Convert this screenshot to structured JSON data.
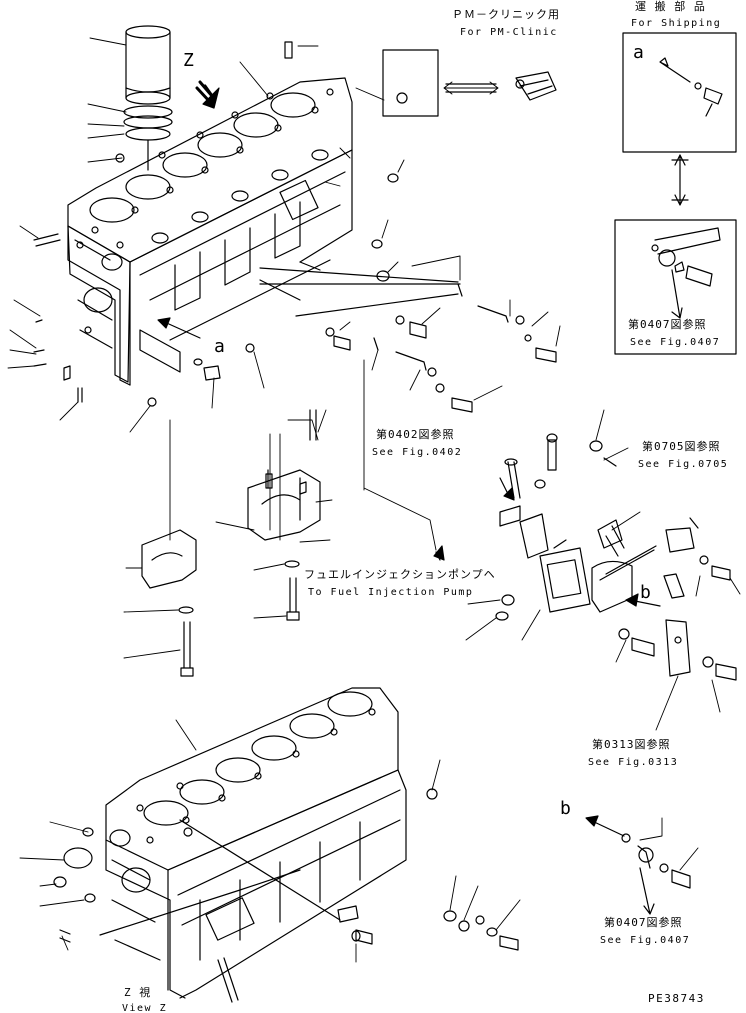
{
  "labels": {
    "pm_clinic_jp": "ＰＭ－クリニック用",
    "pm_clinic_en": "For PM-Clinic",
    "shipping_jp": "運 搬 部 品",
    "shipping_en": "For Shipping",
    "fig0402_jp": "第0402図参照",
    "fig0402_en": "See Fig.0402",
    "fig0705_jp": "第0705図参照",
    "fig0705_en": "See Fig.0705",
    "fig0407a_jp": "第0407図参照",
    "fig0407a_en": "See Fig.0407",
    "fig0313_jp": "第0313図参照",
    "fig0313_en": "See Fig.0313",
    "fig0407b_jp": "第0407図参照",
    "fig0407b_en": "See Fig.0407",
    "fuel_pump_jp": "フュエルインジェクションポンプヘ",
    "fuel_pump_en": "To Fuel Injection Pump",
    "view_z_jp": "Z  視",
    "view_z_en": "View Z",
    "part_code": "PE38743",
    "marker_z": "Z",
    "marker_a1": "a",
    "marker_a2": "a",
    "marker_b1": "b",
    "marker_b2": "b"
  },
  "colors": {
    "ink": "#000000",
    "paper": "#ffffff"
  }
}
